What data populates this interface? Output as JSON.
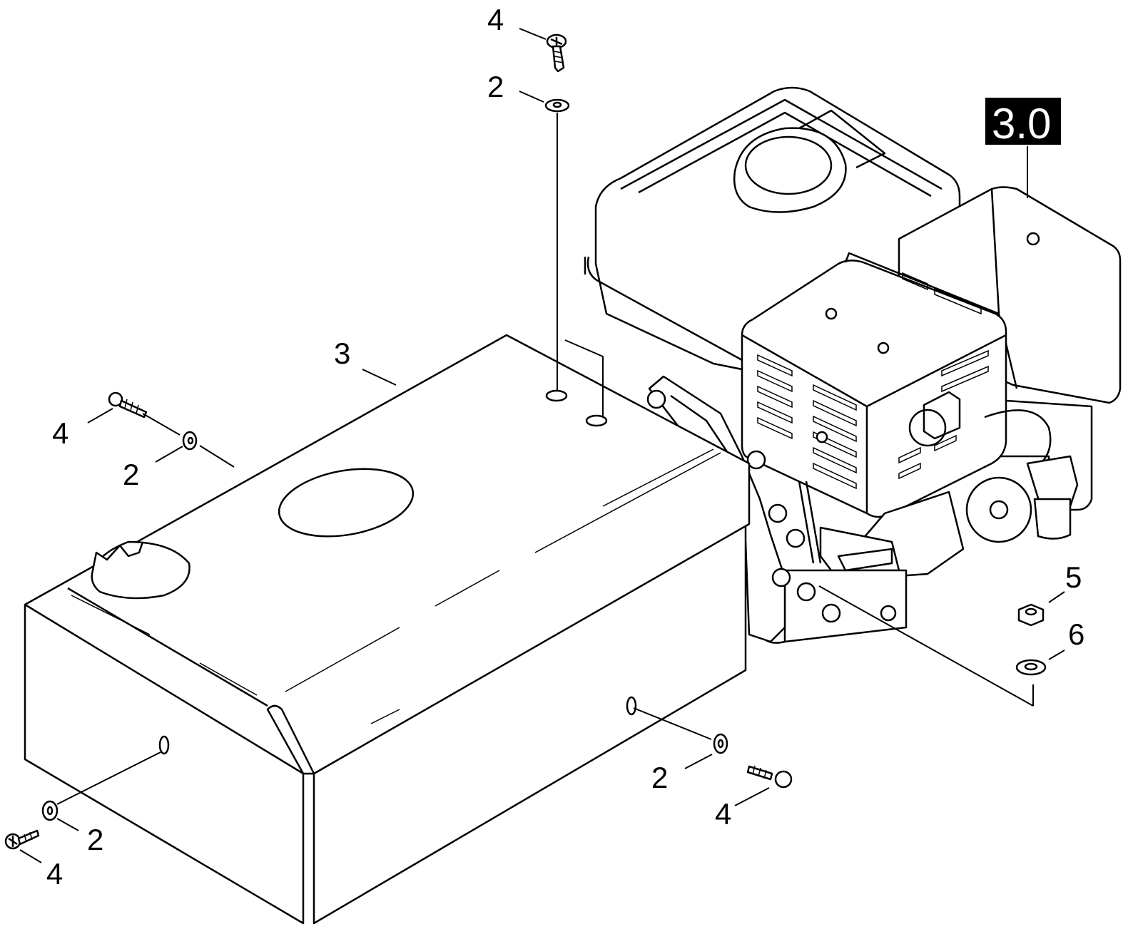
{
  "reference_badge": "3.0",
  "callouts": {
    "screw_top": "4",
    "washer_top": "2",
    "cover": "3",
    "screw_left": "4",
    "washer_left": "2",
    "nut": "5",
    "washer_right": "6",
    "washer_bottom_mid": "2",
    "screw_bottom_mid": "4",
    "washer_bottom_left": "2",
    "screw_bottom_left": "4"
  },
  "colors": {
    "ink": "#000000",
    "paper": "#ffffff",
    "badge_bg": "#000000",
    "badge_text": "#ffffff"
  }
}
